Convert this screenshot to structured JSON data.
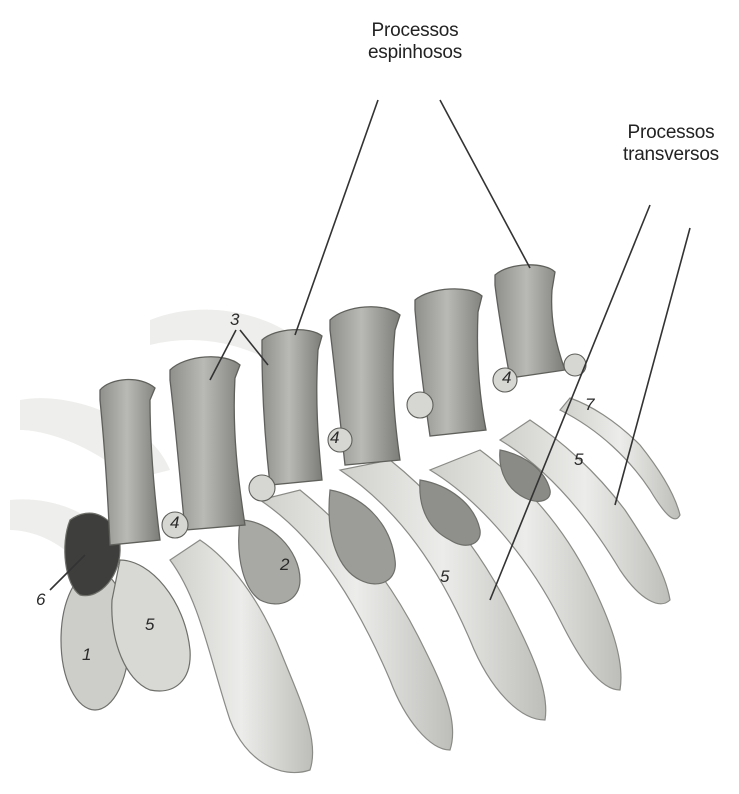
{
  "labels": {
    "spinous_line1": "Processos",
    "spinous_line2": "espinhosos",
    "transverse_line1": "Processos",
    "transverse_line2": "transversos"
  },
  "numbers": {
    "n1": "1",
    "n2": "2",
    "n3": "3",
    "n4a": "4",
    "n4b": "4",
    "n4c": "4",
    "n5a": "5",
    "n5b": "5",
    "n5c": "5",
    "n6": "6",
    "n7": "7"
  },
  "colors": {
    "bone_fill": "#e7e7e3",
    "bone_shadow": "#9a9a96",
    "bone_dark": "#6e6e6a",
    "ink": "#222222"
  }
}
